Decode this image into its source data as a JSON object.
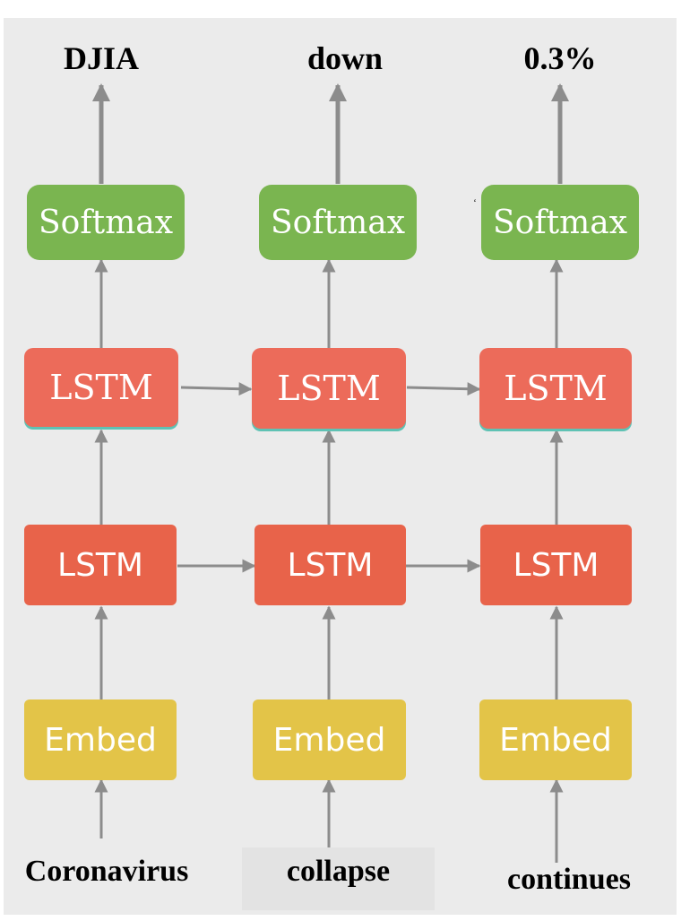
{
  "columns": [
    {
      "output": "DJIA",
      "softmax_label": "Softmax",
      "lstm_top_label": "LSTM",
      "lstm_bottom_label": "LSTM",
      "embed_label": "Embed",
      "input_word": "Coronavirus"
    },
    {
      "output": "down",
      "softmax_label": "Softmax",
      "lstm_top_label": "LSTM",
      "lstm_bottom_label": "LSTM",
      "embed_label": "Embed",
      "input_word": "collapse"
    },
    {
      "output": "0.3%",
      "softmax_label": "Softmax",
      "lstm_top_label": "LSTM",
      "lstm_bottom_label": "LSTM",
      "embed_label": "Embed",
      "input_word": "continues"
    }
  ],
  "colors": {
    "softmax": "#7ab550",
    "lstm_top": "#ec6b5a",
    "lstm_bottom": "#e8634a",
    "embed": "#e3c448",
    "arrow": "#8c8c8c",
    "background": "#ebebeb"
  }
}
